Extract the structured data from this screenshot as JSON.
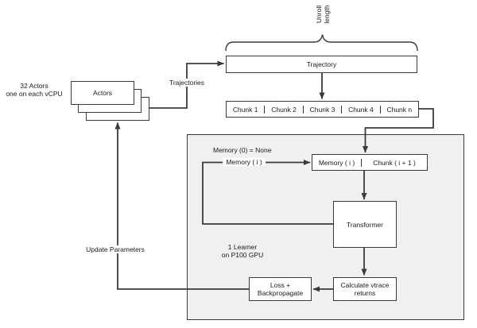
{
  "colors": {
    "background": "#ffffff",
    "panel_fill": "#f0f0f0",
    "box_fill": "#ffffff",
    "box_stroke": "#3a3a3a",
    "connector": "#3b3b3b",
    "text": "#1a1a1a"
  },
  "actors": {
    "box_label": "Actors",
    "note_line1": "32 Actors",
    "note_line2": "one on each vCPU"
  },
  "pipeline": {
    "trajectory_label": "Trajectory",
    "unroll_line1": "Unroll",
    "unroll_line2": "length",
    "trajectories_edge_label": "Trajectories"
  },
  "chunks": [
    "Chunk 1",
    "Chunk 2",
    "Chunk 3",
    "Chunk 4",
    "Chunk n"
  ],
  "learner": {
    "memory_note": "Memory (0) = None",
    "memory_edge_label": "Memory ( i )",
    "memory_cell_label": "Memory ( i )",
    "next_chunk_cell_label": "Chunk ( i + 1 )",
    "transformer_label": "Transformer",
    "note_line1": "1 Learner",
    "note_line2": "on P100 GPU",
    "vtrace_line1": "Calculate vtrace",
    "vtrace_line2": "returns",
    "loss_line1": "Loss +",
    "loss_line2": "Backpropagate"
  },
  "edges": {
    "update_parameters_label": "Update Parameters"
  }
}
